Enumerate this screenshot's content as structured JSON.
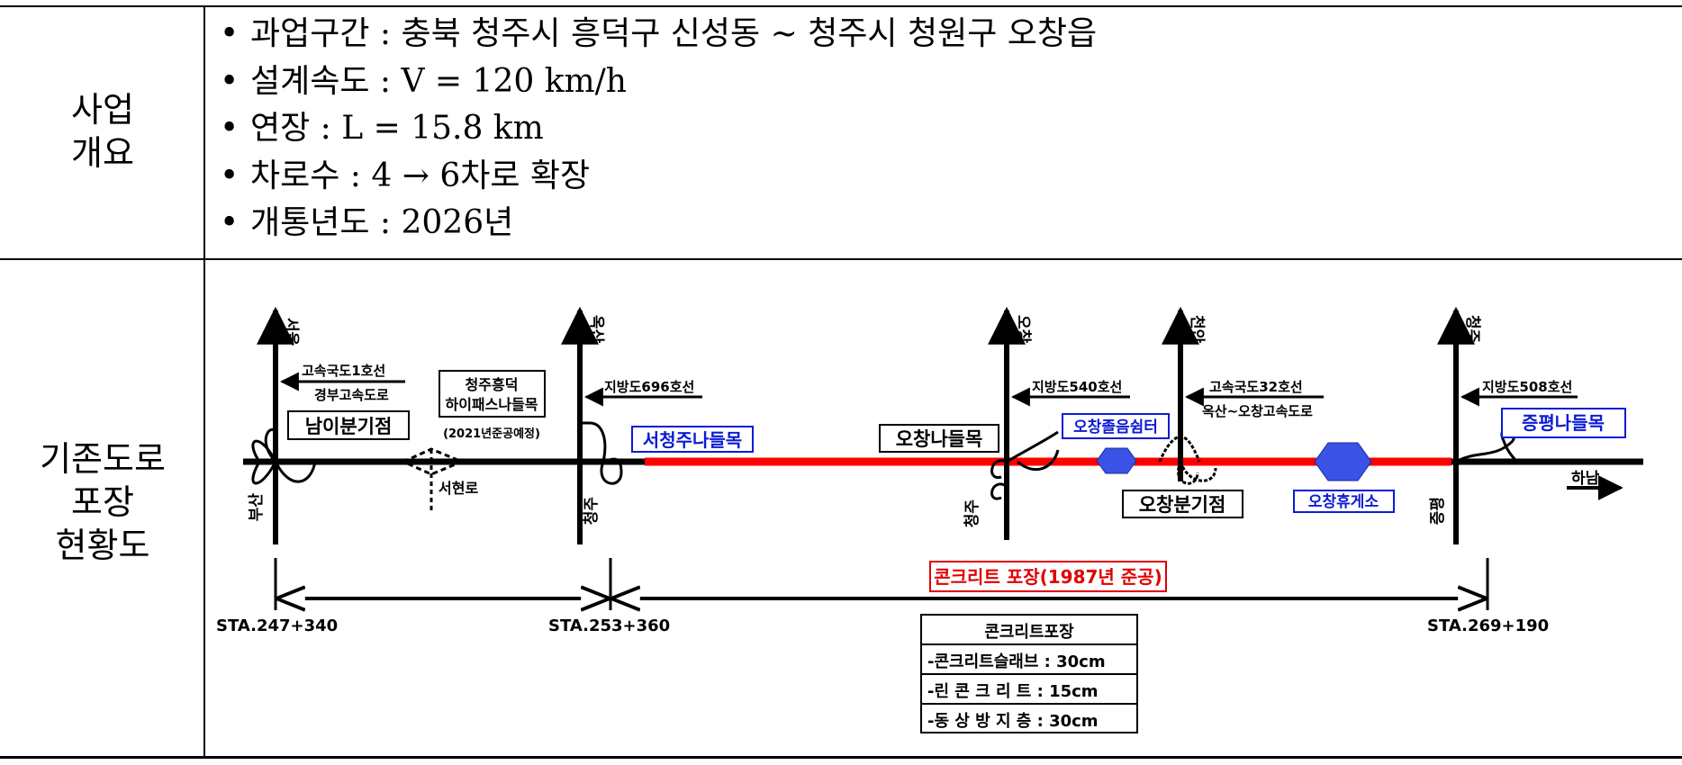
{
  "overview": {
    "label": [
      "사업",
      "개요"
    ],
    "bullets": [
      "과업구간 : 충북 청주시 흥덕구 신성동 ~ 청주시 청원구 오창읍",
      "설계속도 : V = 120 km/h",
      "연장 : L = 15.8 km",
      "차로수 : 4 → 6차로 확장",
      "개통년도 : 2026년"
    ]
  },
  "status": {
    "label": [
      "기존도로",
      "포장",
      "현황도"
    ]
  },
  "diagram": {
    "directions": {
      "seoul": "서울",
      "busan": "부산",
      "oksan": "옥산",
      "cheongju_1": "청주",
      "ochang": "오창",
      "cheongju_2": "청주",
      "cheonan": "천안",
      "cheongju_3": "청주",
      "jeungpyeong": "증평",
      "hanam": "하남"
    },
    "roads": {
      "gyeongbu_1": "고속국도1호선",
      "gyeongbu_2": "경부고속도로",
      "local696": "지방도696호선",
      "local540": "지방도540호선",
      "exp32_1": "고속국도32호선",
      "exp32_2": "옥산~오창고속도로",
      "local508": "지방도508호선",
      "seohyeon": "서현로"
    },
    "nodes": {
      "nami": "남이분기점",
      "hipass_1": "청주흥덕",
      "hipass_2": "하이패스나들목",
      "hipass_3": "(2021년준공예정)",
      "seocheongju": "서청주나들목",
      "ochang_ic": "오창나들목",
      "ochang_rest_small": "오창졸음쉼터",
      "ochang_jct": "오창분기점",
      "ochang_rest": "오창휴게소",
      "jeungpyeong_ic": "증평나들목"
    },
    "pavement_note": "콘크리트 포장(1987년 준공)",
    "stations": [
      "STA.247+340",
      "STA.253+360",
      "STA.269+190"
    ],
    "spec_table": {
      "title": "콘크리트포장",
      "rows": [
        "-콘크리트슬래브 : 30cm",
        "-린 콘 크 리 트 : 15cm",
        "-동 상 방 지 층 : 30cm"
      ]
    },
    "colors": {
      "pavement": "#ff0000",
      "rest_area": "#3b52e6",
      "ic_label": "#0b1bd6",
      "line": "#000000"
    }
  }
}
